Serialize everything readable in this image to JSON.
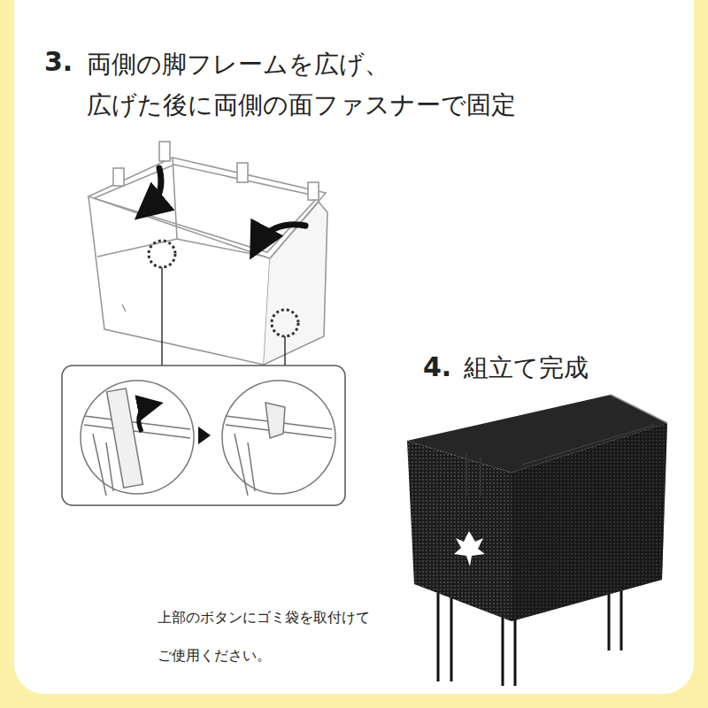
{
  "diagram": {
    "labels": [
      "3.",
      "両側の脚フレームを広げ、 広げた後に両側の面ファスナーで固定",
      "4.",
      "組立て完成",
      "上部のボタンにゴミ袋を取付けて ご使用ください。"
    ]
  }
}
